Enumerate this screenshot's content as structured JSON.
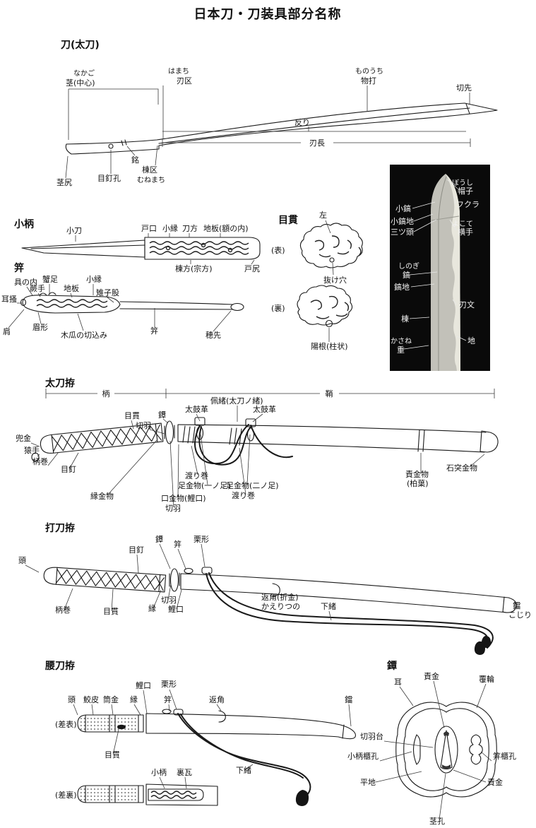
{
  "title": "日本刀・刀装具部分名称",
  "blade": {
    "heading": "刀(太刀)",
    "labels": {
      "nakago_kana": "なかご",
      "nakago": "茎(中心)",
      "hamachi_kana": "はまち",
      "hamachi": "刃区",
      "monouchi_kana": "ものうち",
      "monouchi": "物打",
      "kissaki": "切先",
      "sori": "反り",
      "hacho": "刃長",
      "mei": "銘",
      "mekugiana": "目釘孔",
      "munemachi": "棟区",
      "munemachi_kana": "むねまち",
      "nakagojiri": "茎尻"
    }
  },
  "kozuka": {
    "heading": "小柄",
    "labels": {
      "kogatana": "小刀",
      "toguchi": "戸口",
      "koberi": "小縁",
      "katanagata": "刀方",
      "jiita": "地板(額の内)",
      "munekata": "棟方(宗方)",
      "tojiri": "戸尻"
    }
  },
  "kogai": {
    "heading": "笄",
    "labels": {
      "gunouchi": "具の内",
      "mimikaki": "耳搔",
      "kaniashi": "蟹足",
      "warabite": "蕨手",
      "jiita": "地板",
      "koberi": "小縁",
      "kijimata": "雉子股",
      "kata": "肩",
      "mayugata": "眉形",
      "mokko_no_kirikomi": "木瓜の切込み",
      "kogai": "笄",
      "hosaki": "穂先"
    }
  },
  "menuki": {
    "heading": "目貫",
    "labels": {
      "hidari": "左",
      "omote": "(表)",
      "nukeana": "抜け穴",
      "ura": "(裏)",
      "yokon": "陽根(柱状)"
    }
  },
  "tip": {
    "labels": {
      "boshi_kana": "ぼうし",
      "boshi": "帽子",
      "fukura": "フクラ",
      "koshinogi": "小鎬",
      "koshinogiji": "小鎬地",
      "mitsugashira": "三ツ頭",
      "yokote_kana": "よこて",
      "yokote": "横手",
      "shinogi_kana": "しのぎ",
      "shinogi": "鎬",
      "shinogiji": "鎬地",
      "mune": "棟",
      "hamon": "刃文",
      "kasane_kana": "かさね",
      "kasane": "重",
      "ji": "地"
    }
  },
  "tachi": {
    "heading": "太刀拵",
    "labels": {
      "tsuka": "柄",
      "saya": "鞘",
      "menuki": "目貫",
      "seppa_upper": "切羽",
      "tsuba": "鐔",
      "taikogawa1": "太鼓革",
      "haio": "佩緒(太刀ノ緒)",
      "taikogawa2": "太鼓革",
      "kabutogane": "兜金",
      "sarute": "猿手",
      "tsukamaki": "柄巻",
      "mekugi": "目釘",
      "fuchikanamono": "縁金物",
      "kuchikanamono": "口金物(鯉口)",
      "seppa_lower": "切羽",
      "watarimaki1": "渡り巻",
      "ashikanamono1": "足金物(一ノ足)",
      "ashikanamono2": "足金物(二ノ足)",
      "watarimaki2": "渡り巻",
      "semekanamono": "責金物",
      "semekanamono_sub": "(柏葉)",
      "ishizukikanamono": "石突金物"
    }
  },
  "uchigatana": {
    "heading": "打刀拵",
    "labels": {
      "kashira": "頭",
      "mekugi": "目釘",
      "tsuba": "鐔",
      "kogai": "笄",
      "kurikata": "栗形",
      "tsukamaki": "柄巻",
      "menuki": "目貫",
      "fuchi": "縁",
      "seppa": "切羽",
      "koiguchi": "鯉口",
      "kaerizuno": "返角(折金)",
      "kaerizuno_kana": "かえりつの",
      "sageo": "下緒",
      "kojiri": "鐺",
      "kojiri_kana": "こじり"
    }
  },
  "koshigatana": {
    "heading": "腰刀拵",
    "labels": {
      "kashira": "頭",
      "samegawa": "鮫皮",
      "tsutsugane": "筒金",
      "koiguchi": "鯉口",
      "fuchi": "縁",
      "kurikata": "栗形",
      "kogai": "笄",
      "kaerizuno": "返角",
      "kojiri": "鐺",
      "sashiomote": "(差表)",
      "menuki": "目貫",
      "kozuka": "小柄",
      "uragawara": "裏瓦",
      "sageo": "下緒",
      "sashiura": "(差裏)"
    }
  },
  "tsuba": {
    "heading": "鐔",
    "labels": {
      "mimi": "耳",
      "semegane_top": "責金",
      "fukurin": "覆輪",
      "seppadai": "切羽台",
      "kozukahitsuana": "小柄櫃孔",
      "kogaihitsuana": "笄櫃孔",
      "hiraji": "平地",
      "semegane_bottom": "責金",
      "nakagoana": "茎孔"
    }
  }
}
